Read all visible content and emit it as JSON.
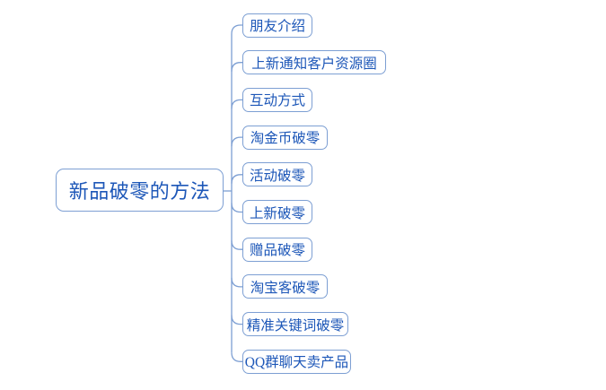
{
  "colors": {
    "background": "#ffffff",
    "line": "#7d9fd3",
    "node_border": "#7d9fd3",
    "node_text": "#1d57b8"
  },
  "mindmap": {
    "root": {
      "label": "新品破零的方法"
    },
    "children": [
      {
        "label": "朋友介绍"
      },
      {
        "label": "上新通知客户资源圈"
      },
      {
        "label": "互动方式"
      },
      {
        "label": "淘金币破零"
      },
      {
        "label": "活动破零"
      },
      {
        "label": "上新破零"
      },
      {
        "label": "赠品破零"
      },
      {
        "label": "淘宝客破零"
      },
      {
        "label": "精准关键词破零"
      },
      {
        "label": "QQ群聊天卖产品"
      }
    ]
  }
}
